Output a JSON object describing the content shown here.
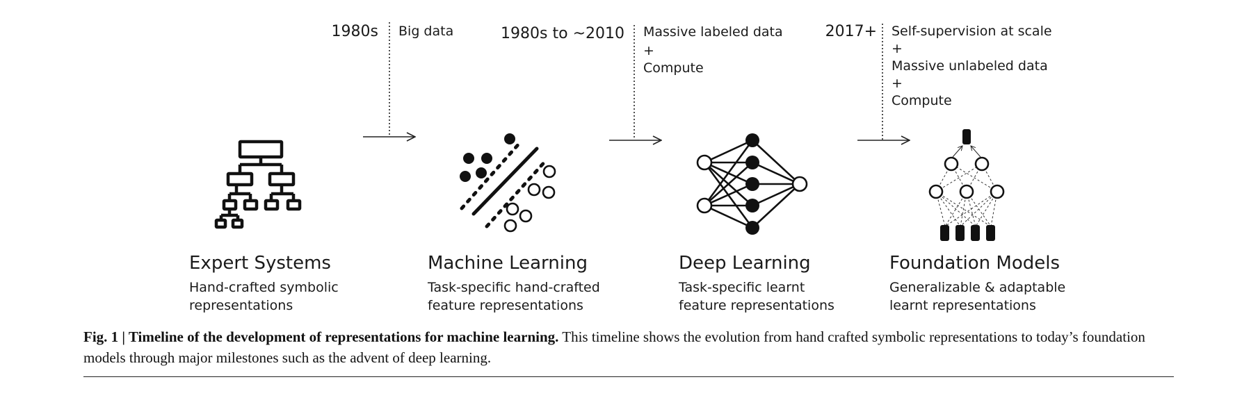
{
  "milestones": [
    {
      "era": "1980s",
      "drivers": [
        "Big data"
      ]
    },
    {
      "era": "1980s to ~2010",
      "drivers": [
        "Massive labeled data",
        "+",
        "Compute"
      ]
    },
    {
      "era": "2017+",
      "drivers": [
        "Self-supervision at scale",
        "+",
        "Massive unlabeled data",
        "+",
        "Compute"
      ]
    }
  ],
  "stages": [
    {
      "title": "Expert Systems",
      "subtitle": [
        "Hand-crafted symbolic",
        "representations"
      ],
      "icon": "hierarchy-tree-icon"
    },
    {
      "title": "Machine Learning",
      "subtitle": [
        "Task-specific hand-crafted",
        "feature representations"
      ],
      "icon": "classification-boundary-icon"
    },
    {
      "title": "Deep Learning",
      "subtitle": [
        "Task-specific learnt",
        "feature representations"
      ],
      "icon": "neural-network-icon"
    },
    {
      "title": "Foundation Models",
      "subtitle": [
        "Generalizable & adaptable",
        "learnt representations"
      ],
      "icon": "foundation-model-icon"
    }
  ],
  "caption": {
    "label": "Fig. 1 | Timeline of the development of representations for machine learning.",
    "text": " This timeline shows the evolution from hand crafted symbolic representations to today’s foundation models through major milestones such as the advent of deep learning."
  }
}
